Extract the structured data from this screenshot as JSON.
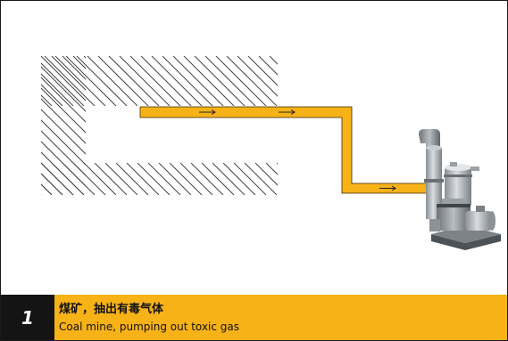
{
  "scene": {
    "pipe_color": "#f7b218",
    "hatch_color": "#444444",
    "flow_arrows": [
      "→",
      "→",
      "→"
    ],
    "pump_icon": "vacuum-pump-unit"
  },
  "footer": {
    "step_number": "1",
    "title_cn": "煤矿，抽出有毒气体",
    "title_en": "Coal mine, pumping out toxic gas",
    "background": "#f7b218",
    "step_background": "#141414"
  }
}
